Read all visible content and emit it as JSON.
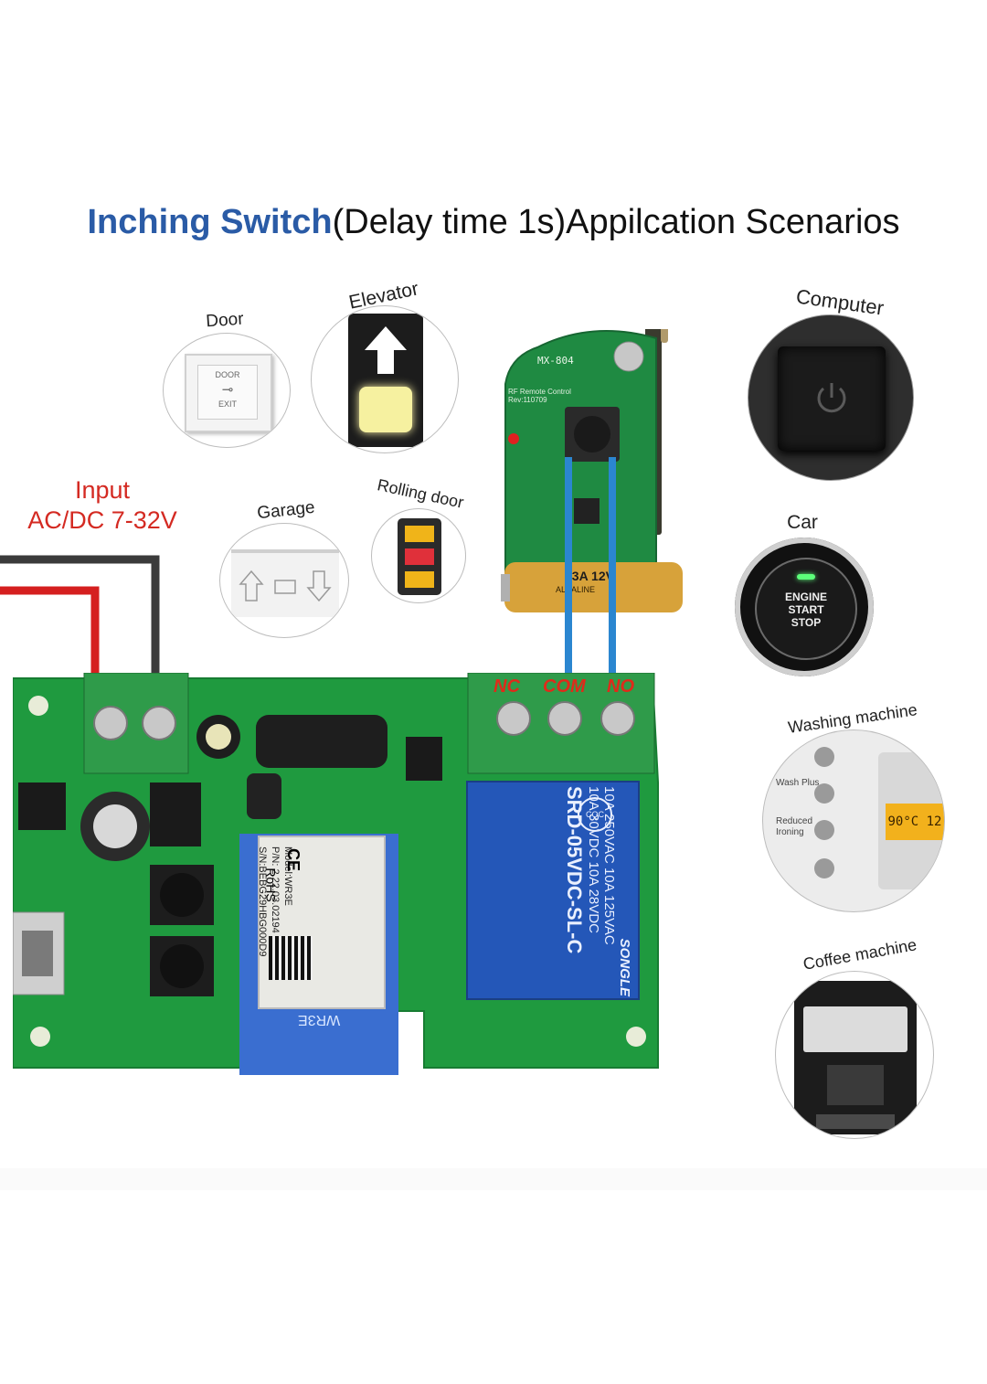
{
  "title": {
    "highlight": "Inching Switch",
    "rest": "(Delay time 1s)Appilcation Scenarios"
  },
  "input": {
    "line1": "Input",
    "line2": "AC/DC 7-32V"
  },
  "scenarios": {
    "door": "Door",
    "elevator": "Elevator",
    "garage": "Garage",
    "rolling_door": "Rolling door",
    "computer": "Computer",
    "car": "Car",
    "washing_machine": "Washing machine",
    "coffee_machine": "Coffee machine"
  },
  "door_panel": {
    "top": "DOOR",
    "bottom": "EXIT"
  },
  "car_button": {
    "line1": "ENGINE",
    "line2": "START",
    "line3": "STOP"
  },
  "washer_panel": {
    "item1": "Wash Plus",
    "item2": "Reduced Ironing",
    "display": "90°C 12"
  },
  "remote": {
    "model": "MX-804",
    "label1": "RF Remote Control",
    "label2": "Rev:110709",
    "battery": "23A 12V",
    "battery_sub": "ALKALINE"
  },
  "terminals": {
    "nc": "NC",
    "com": "COM",
    "no": "NO"
  },
  "module": {
    "model": "Model:WR3E",
    "pn": "P/N: 2.22.03.02194",
    "sn": "S/N:BEBG29HBG000D9",
    "ce": "CE",
    "rohs": "RoHS",
    "antenna": "WR3E"
  },
  "relay": {
    "brand": "SONGLE",
    "line1": "10A 250VAC  10A 125VAC",
    "line2": "10A 30VDC  10A 28VDC",
    "model": "SRD-05VDC-SL-C",
    "cqc": "CQC"
  },
  "colors": {
    "title_highlight": "#2a5ba6",
    "input_text": "#d42a22",
    "terminal_text": "#e02a1a",
    "pcb_green": "#1f9a3f",
    "relay_blue": "#2457b8",
    "wire_blue": "#2b86d0"
  }
}
